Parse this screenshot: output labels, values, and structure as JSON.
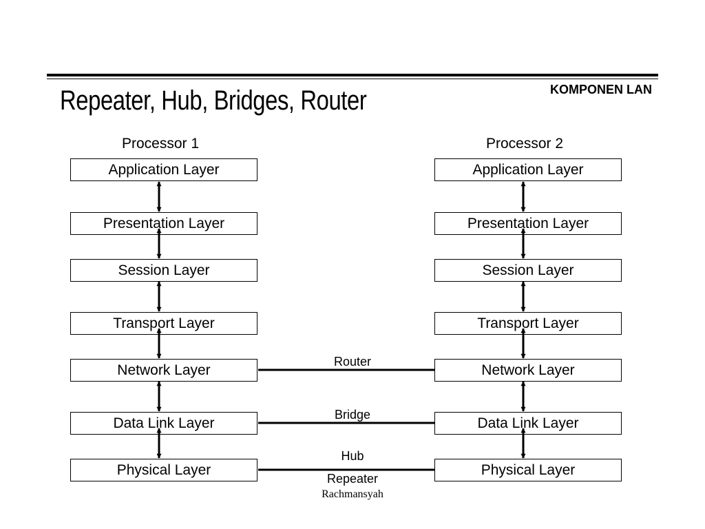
{
  "header": {
    "section_label": "KOMPONEN LAN",
    "title": "Repeater, Hub, Bridges, Router"
  },
  "processors": [
    {
      "label": "Processor 1",
      "layers": [
        "Application Layer",
        "Presentation Layer",
        "Session Layer",
        "Transport Layer",
        "Network Layer",
        "Data Link Layer",
        "Physical Layer"
      ]
    },
    {
      "label": "Processor 2",
      "layers": [
        "Application Layer",
        "Presentation Layer",
        "Session Layer",
        "Transport Layer",
        "Network Layer",
        "Data Link Layer",
        "Physical Layer"
      ]
    }
  ],
  "devices": {
    "router": "Router",
    "bridge": "Bridge",
    "hub": "Hub",
    "repeater": "Repeater"
  },
  "footer": {
    "author": "Rachmansyah"
  }
}
